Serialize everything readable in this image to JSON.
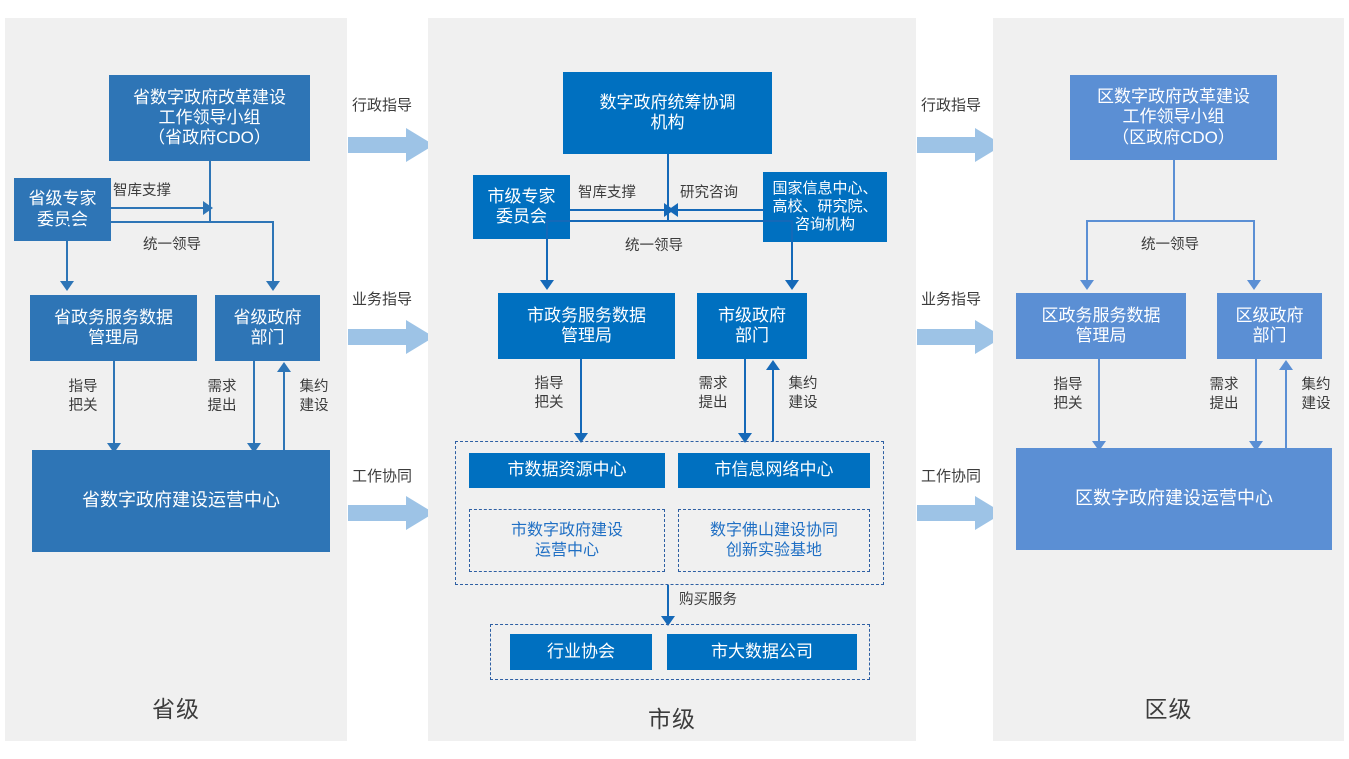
{
  "diagram": {
    "title_hidden": "",
    "colors": {
      "panel_bg": "#f0f0f0",
      "province_blue": "#2E75B6",
      "city_blue": "#0070C0",
      "district_blue": "#5B8FD4",
      "connector_blue": "#9DC3E6",
      "dashed_border": "#2E5FA3",
      "dashed_text": "#1F6FC4",
      "label_text": "#3c3c3c"
    }
  },
  "panels": [
    {
      "id": "province",
      "level_label": "省级",
      "boxes": {
        "leading_group": "省数字政府改革建设\n工作领导小组\n（省政府CDO）",
        "expert_committee": "省级专家\n委员会",
        "data_bureau": "省政务服务数据\n管理局",
        "gov_departments": "省级政府\n部门",
        "operation_center": "省数字政府建设运营中心"
      },
      "edges": {
        "think_tank": "智库支撑",
        "unified_leadership": "统一领导",
        "guidance_check": "指导\n把关",
        "demand_raise": "需求\n提出",
        "intensive_build": "集约\n建设"
      }
    },
    {
      "id": "city",
      "level_label": "市级",
      "boxes": {
        "coordination_org": "数字政府统筹协调\n机构",
        "expert_committee": "市级专家\n委员会",
        "external_research": "国家信息中心、\n高校、研究院、\n咨询机构",
        "data_bureau": "市政务服务数据\n管理局",
        "gov_departments": "市级政府\n部门",
        "data_resource_center": "市数据资源中心",
        "info_network_center": "市信息网络中心",
        "digital_gov_op_center": "市数字政府建设\n运营中心",
        "innovation_base": "数字佛山建设协同\n创新实验基地",
        "industry_association": "行业协会",
        "big_data_company": "市大数据公司"
      },
      "edges": {
        "think_tank": "智库支撑",
        "research_consult": "研究咨询",
        "unified_leadership": "统一领导",
        "guidance_check": "指导\n把关",
        "demand_raise": "需求\n提出",
        "intensive_build": "集约\n建设",
        "purchase_service": "购买服务"
      }
    },
    {
      "id": "district",
      "level_label": "区级",
      "boxes": {
        "leading_group": "区数字政府改革建设\n工作领导小组\n（区政府CDO）",
        "data_bureau": "区政务服务数据\n管理局",
        "gov_departments": "区级政府\n部门",
        "operation_center": "区数字政府建设运营中心"
      },
      "edges": {
        "unified_leadership": "统一领导",
        "guidance_check": "指导\n把关",
        "demand_raise": "需求\n提出",
        "intensive_build": "集约\n建设"
      }
    }
  ],
  "connectors": [
    {
      "id": "admin-guidance-1",
      "label": "行政指导"
    },
    {
      "id": "business-guidance-1",
      "label": "业务指导"
    },
    {
      "id": "work-coordination-1",
      "label": "工作协同"
    },
    {
      "id": "admin-guidance-2",
      "label": "行政指导"
    },
    {
      "id": "business-guidance-2",
      "label": "业务指导"
    },
    {
      "id": "work-coordination-2",
      "label": "工作协同"
    }
  ]
}
